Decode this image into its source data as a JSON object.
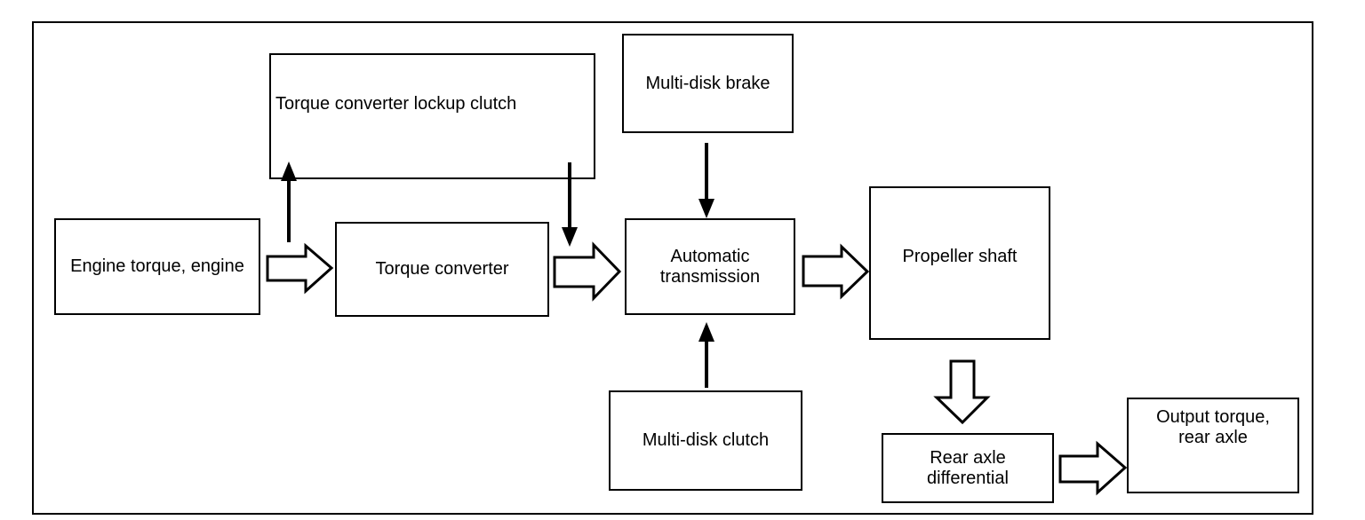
{
  "diagram": {
    "description": "Automatic transmission drivetrain torque flow block diagram",
    "colors": {
      "background": "#ffffff",
      "line": "#000000",
      "box_fill": "#ffffff",
      "text": "#000000"
    },
    "nodes": {
      "engine": {
        "label": "Engine torque, engine"
      },
      "lockup": {
        "label": "Torque converter lockup clutch"
      },
      "brake": {
        "label": "Multi-disk brake"
      },
      "torque_converter": {
        "label": "Torque converter"
      },
      "transmission": {
        "line1": "Automatic",
        "line2": "transmission"
      },
      "clutch": {
        "label": "Multi-disk clutch"
      },
      "propeller": {
        "label": "Propeller shaft"
      },
      "differential": {
        "line1": "Rear axle",
        "line2": "differential"
      },
      "output": {
        "line1": "Output torque,",
        "line2": "rear axle"
      }
    },
    "connections": [
      {
        "from": "engine",
        "to": "torque_converter",
        "type": "block-arrow",
        "direction": "right"
      },
      {
        "from": "torque_converter",
        "to": "transmission",
        "type": "block-arrow",
        "direction": "right"
      },
      {
        "from": "transmission",
        "to": "propeller",
        "type": "block-arrow",
        "direction": "right"
      },
      {
        "from": "propeller",
        "to": "differential",
        "type": "block-arrow",
        "direction": "down"
      },
      {
        "from": "differential",
        "to": "output",
        "type": "block-arrow",
        "direction": "right"
      },
      {
        "from": "engine",
        "to": "lockup",
        "type": "thin-arrow",
        "direction": "up"
      },
      {
        "from": "lockup",
        "to": "transmission",
        "type": "thin-arrow",
        "direction": "down"
      },
      {
        "from": "brake",
        "to": "transmission",
        "type": "thin-arrow",
        "direction": "down"
      },
      {
        "from": "clutch",
        "to": "transmission",
        "type": "thin-arrow",
        "direction": "up"
      }
    ]
  }
}
